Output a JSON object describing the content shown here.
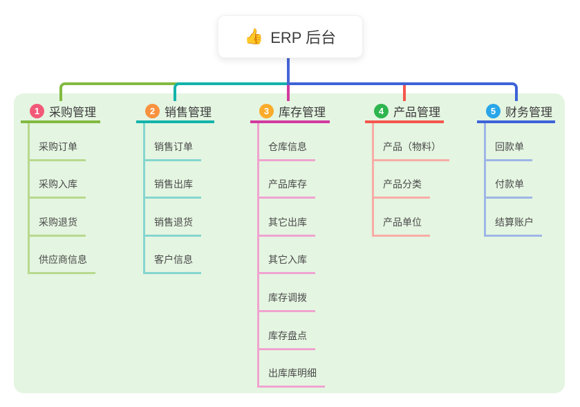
{
  "root": {
    "icon": "👍",
    "label": "ERP 后台"
  },
  "colors": {
    "panel_bg": "#e4f5e1",
    "stem": "#4766d6"
  },
  "branches": [
    {
      "badge": "1",
      "label": "采购管理",
      "color": "#82ba41",
      "light": "#b7d98e",
      "badge_color": "#f25978",
      "children": [
        "采购订单",
        "采购入库",
        "采购退货",
        "供应商信息"
      ]
    },
    {
      "badge": "2",
      "label": "销售管理",
      "color": "#13b3ab",
      "light": "#84d6cf",
      "badge_color": "#f8923e",
      "children": [
        "销售订单",
        "销售出库",
        "销售退货",
        "客户信息"
      ]
    },
    {
      "badge": "3",
      "label": "库存管理",
      "color": "#d23a9f",
      "light": "#f0a3d0",
      "badge_color": "#fbab2a",
      "children": [
        "仓库信息",
        "产品库存",
        "其它出库",
        "其它入库",
        "库存调拨",
        "库存盘点",
        "出库库明细"
      ]
    },
    {
      "badge": "4",
      "label": "产品管理",
      "color": "#f4564d",
      "light": "#f8aca6",
      "badge_color": "#2eb54e",
      "children": [
        "产品（物料）",
        "产品分类",
        "产品单位"
      ]
    },
    {
      "badge": "5",
      "label": "财务管理",
      "color": "#3d63d8",
      "light": "#9eb5e6",
      "badge_color": "#29a6e9",
      "children": [
        "回款单",
        "付款单",
        "结算账户"
      ]
    }
  ]
}
